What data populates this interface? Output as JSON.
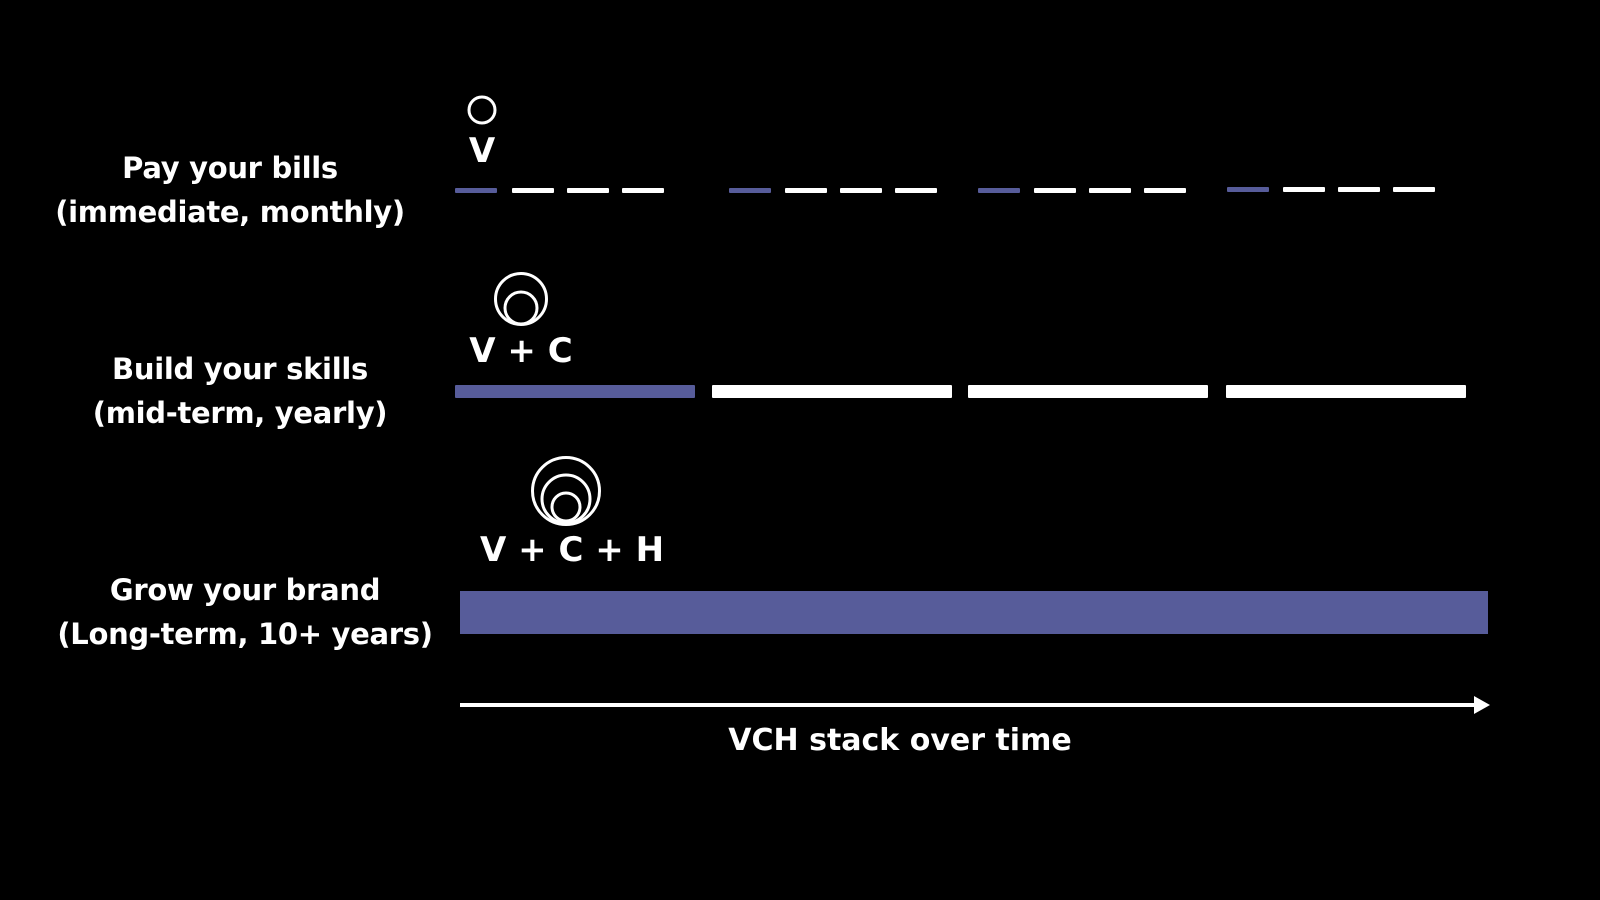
{
  "rows": {
    "bills": {
      "line1": "Pay your bills",
      "line2": "(immediate, monthly)",
      "stack_label": "V"
    },
    "skills": {
      "line1": "Build your skills",
      "line2": "(mid-term, yearly)",
      "stack_label": "V + C"
    },
    "brand": {
      "line1": "Grow your brand",
      "line2": "(Long-term, 10+ years)",
      "stack_label": "V + C + H"
    }
  },
  "axis": {
    "label": "VCH stack over time"
  },
  "colors": {
    "background": "#000000",
    "accent": "#575c9a",
    "foreground": "#ffffff"
  },
  "icons": {
    "bills": "single-circle-icon",
    "skills": "double-circle-icon",
    "brand": "triple-circle-icon"
  }
}
